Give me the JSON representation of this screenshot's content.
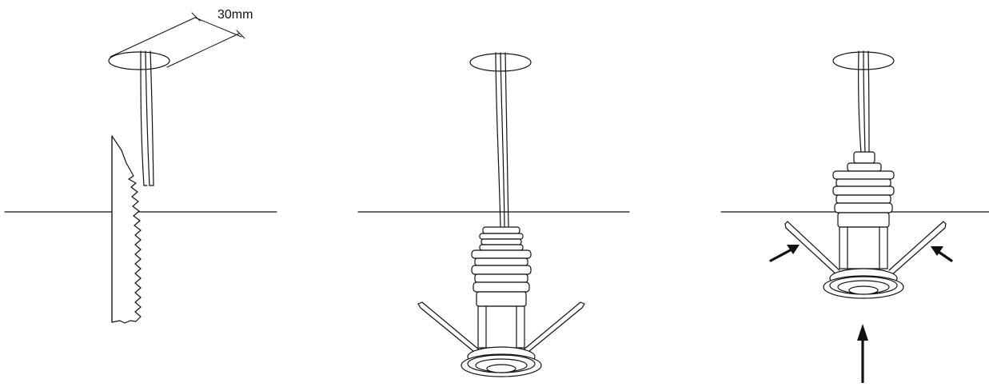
{
  "diagram": {
    "dimension_label": "30mm",
    "panels": [
      {
        "id": "cut-hole"
      },
      {
        "id": "insert-light"
      },
      {
        "id": "push-into-ceiling"
      }
    ],
    "colors": {
      "line": "#111111",
      "fill": "#ffffff",
      "arrow": "#111111"
    }
  }
}
